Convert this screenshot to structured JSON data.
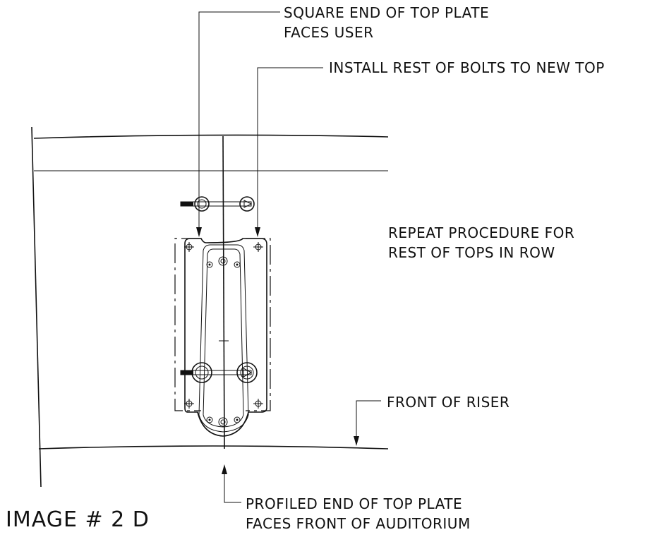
{
  "labels": {
    "square_end_line1": "SQUARE END OF TOP PLATE",
    "square_end_line2": "FACES USER",
    "install_bolts": "INSTALL REST OF BOLTS TO NEW TOP",
    "repeat_line1": "REPEAT PROCEDURE FOR",
    "repeat_line2": "REST OF TOPS IN ROW",
    "front_riser": "FRONT OF RISER",
    "profiled_line1": "PROFILED END OF TOP PLATE",
    "profiled_line2": "FACES FRONT OF AUDITORIUM",
    "image_id": "IMAGE # 2 D"
  }
}
